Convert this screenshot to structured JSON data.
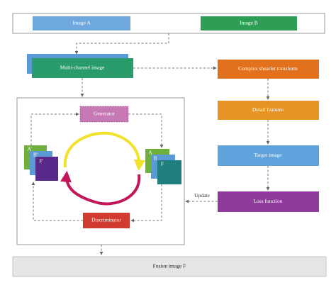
{
  "nodes": {
    "image_a": "Image A",
    "image_b": "Image B",
    "multichannel": "Multi-channel image",
    "generator": "Generator",
    "discriminator": "Discriminator",
    "complex_shearlet": "Complex shearlet transform",
    "detail_features": "Detail features",
    "target_image": "Target image",
    "loss_function": "Loss function",
    "fusion_image": "Fusion image F"
  },
  "edge_labels": {
    "update": "Update"
  },
  "stack_left": {
    "a": "A'",
    "b": "B'",
    "f": "F'"
  },
  "stack_right": {
    "a": "A",
    "b": "B",
    "f": "F"
  },
  "colors": {
    "image_a": "#6fa8dc",
    "image_b": "#2e9e55",
    "multichannel": "#2a9b6a",
    "multichannel_back": "#5b9bd5",
    "generator": "#c779b5",
    "discriminator": "#d03a2f",
    "complex_shearlet": "#e2711d",
    "detail_features": "#e69524",
    "target_image": "#5fa3dc",
    "loss_function": "#8e3b9c",
    "fusion_image": "#e6e6e6",
    "cycle_yellow": "#f2e22b",
    "cycle_magenta": "#c2185b"
  }
}
